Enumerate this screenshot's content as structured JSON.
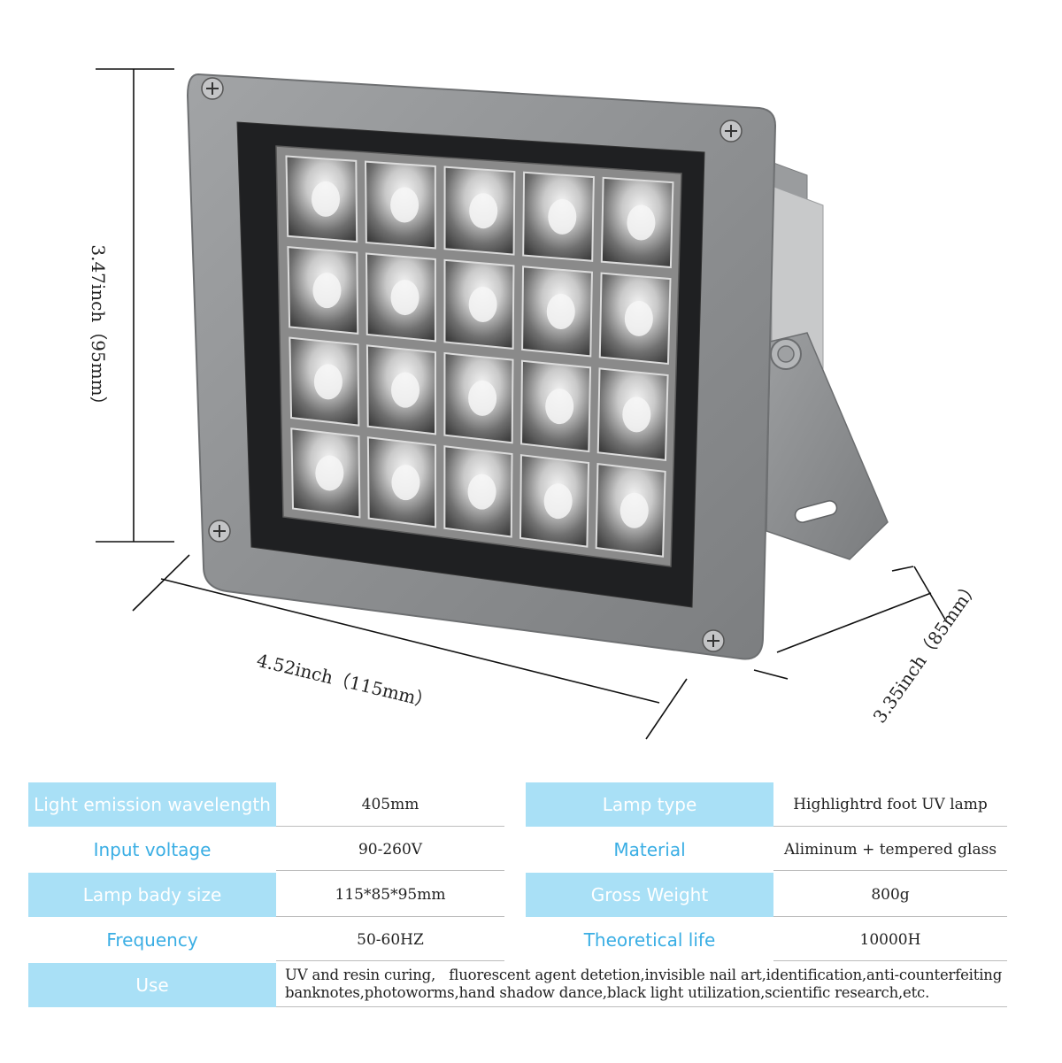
{
  "dimensions": {
    "height_label": "3.47inch（95mm）",
    "width_label": "4.52inch（115mm）",
    "depth_label": "3.35inch（85mm）"
  },
  "specs": {
    "rows": [
      {
        "label_left": "Light emission wavelength",
        "value_left": "405mm",
        "label_right": "Lamp type",
        "value_right": "Highlightrd foot UV lamp"
      },
      {
        "label_left": "Input voltage",
        "value_left": "90-260V",
        "label_right": "Material",
        "value_right": "Aliminum + tempered glass"
      },
      {
        "label_left": "Lamp bady size",
        "value_left": "115*85*95mm",
        "label_right": "Gross Weight",
        "value_right": "800g"
      },
      {
        "label_left": "Frequency",
        "value_left": "50-60HZ",
        "label_right": "Theoretical life",
        "value_right": "10000H"
      }
    ],
    "use_label": "Use",
    "use_line1": "UV and resin curing,   fluorescent agent detetion,invisible nail art,identification,anti-counterfeiting",
    "use_line2": "banknotes,photoworms,hand shadow dance,black light utilization,scientific research,etc."
  },
  "colors": {
    "label_bg": "#a9e0f6",
    "label_text_white": "#ffffff",
    "label_text_blue": "#3aaee4",
    "housing": "#8f9193"
  }
}
